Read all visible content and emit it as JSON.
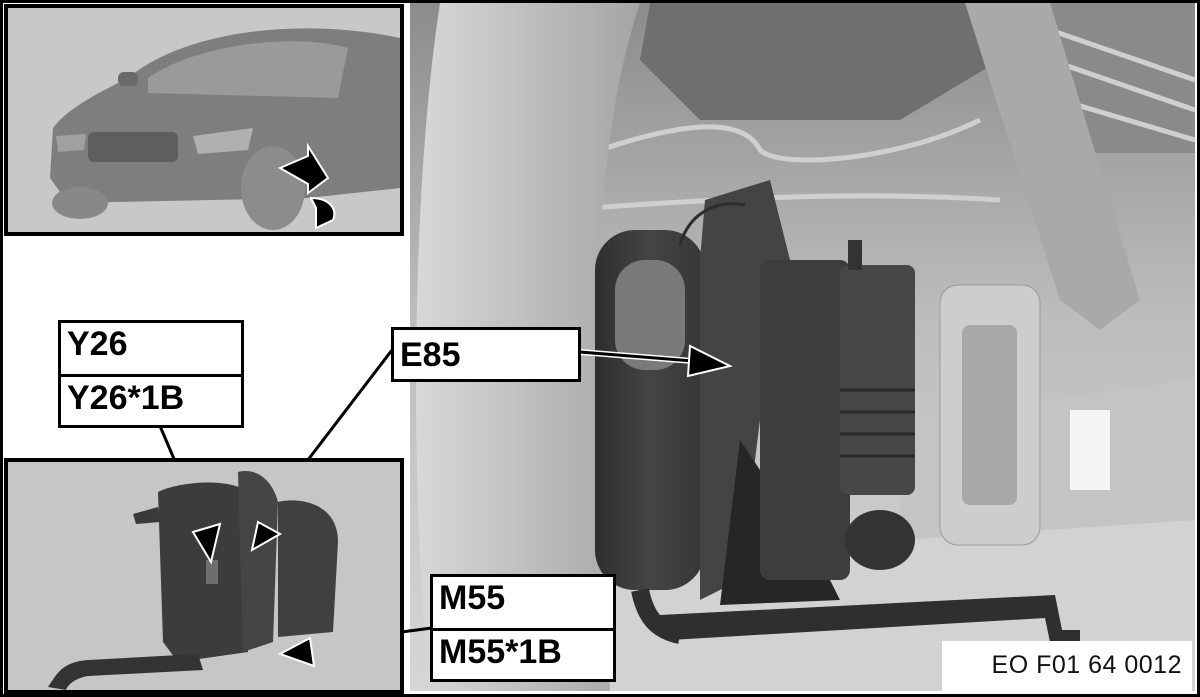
{
  "figure": {
    "reference_code": "EO F01 64 0012",
    "colors": {
      "background": "#ffffff",
      "inset_background": "#c9c9c9",
      "component_dark": "#3c3c3c",
      "structure_light": "#bdbdbd",
      "frame": "#000000"
    }
  },
  "insets": {
    "top": {
      "subject": "vehicle-front-view",
      "icon": "rotation-arrow-icon"
    },
    "bottom": {
      "subject": "component-assembly-detail"
    }
  },
  "callouts": {
    "y26": {
      "lines": [
        "Y26",
        "Y26*1B"
      ]
    },
    "e85": {
      "lines": [
        "E85"
      ]
    },
    "m55": {
      "lines": [
        "M55",
        "M55*1B"
      ]
    }
  }
}
